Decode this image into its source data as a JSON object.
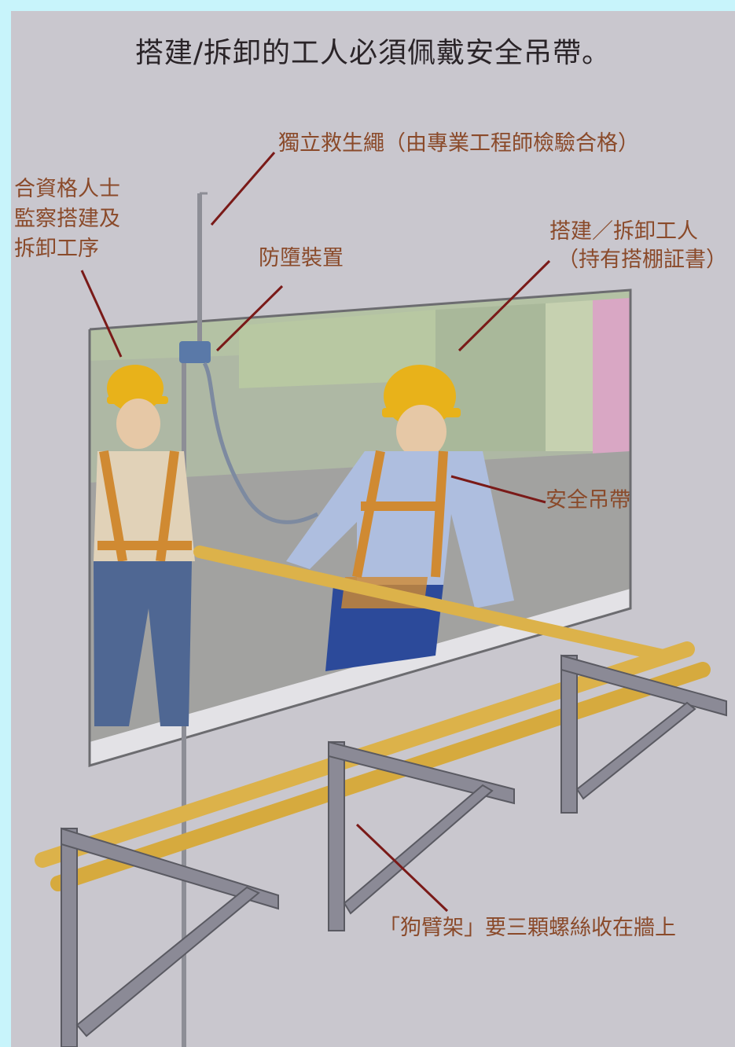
{
  "title": "搭建/拆卸的工人必須佩戴安全吊帶。",
  "labels": {
    "lifeline": "獨立救生繩（由專業工程師檢驗合格）",
    "supervisor": "合資格人士\n監察搭建及\n拆卸工序",
    "fall_arrest": "防墮裝置",
    "worker_line1": "搭建／拆卸工人",
    "worker_line2": "（持有搭棚証書）",
    "harness": "安全吊帶",
    "bracket": "「狗臂架」要三顆螺絲收在牆上"
  },
  "colors": {
    "background": "#c8f4fb",
    "panel": "#c9c7ce",
    "label_text": "#8a4a2a",
    "pointer": "#7a1a18",
    "helmet": "#e8b21a",
    "bamboo": "#dcb24a"
  }
}
